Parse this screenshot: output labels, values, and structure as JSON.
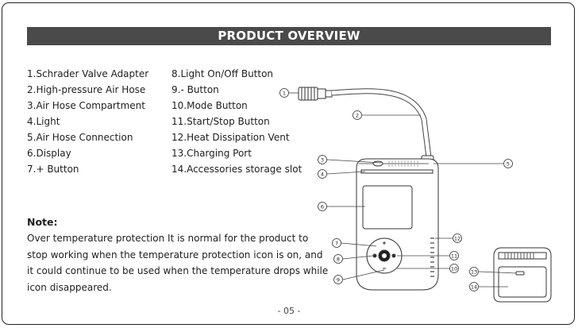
{
  "header": {
    "title": "PRODUCT OVERVIEW"
  },
  "parts_col1": [
    "1.Schrader Valve Adapter",
    "2.High-pressure Air Hose",
    "3.Air Hose Compartment",
    "4.Light",
    "5.Air Hose Connection",
    "6.Display",
    "7.+ Button"
  ],
  "parts_col2": [
    "8.Light On/Off Button",
    "9.- Button",
    "10.Mode Button",
    "11.Start/Stop Button",
    "12.Heat Dissipation Vent",
    "13.Charging Port",
    "14.Accessories storage slot"
  ],
  "note": {
    "title": "Note:",
    "body": "Over temperature protection It is normal for the product to stop working when the temperature protection icon is on, and it could continue to be used when the temperature drops while  icon disappeared."
  },
  "callouts": [
    "1",
    "2",
    "3",
    "4",
    "5",
    "6",
    "7",
    "8",
    "9",
    "10",
    "11",
    "12",
    "13",
    "14"
  ],
  "page_number": "- 05 -"
}
